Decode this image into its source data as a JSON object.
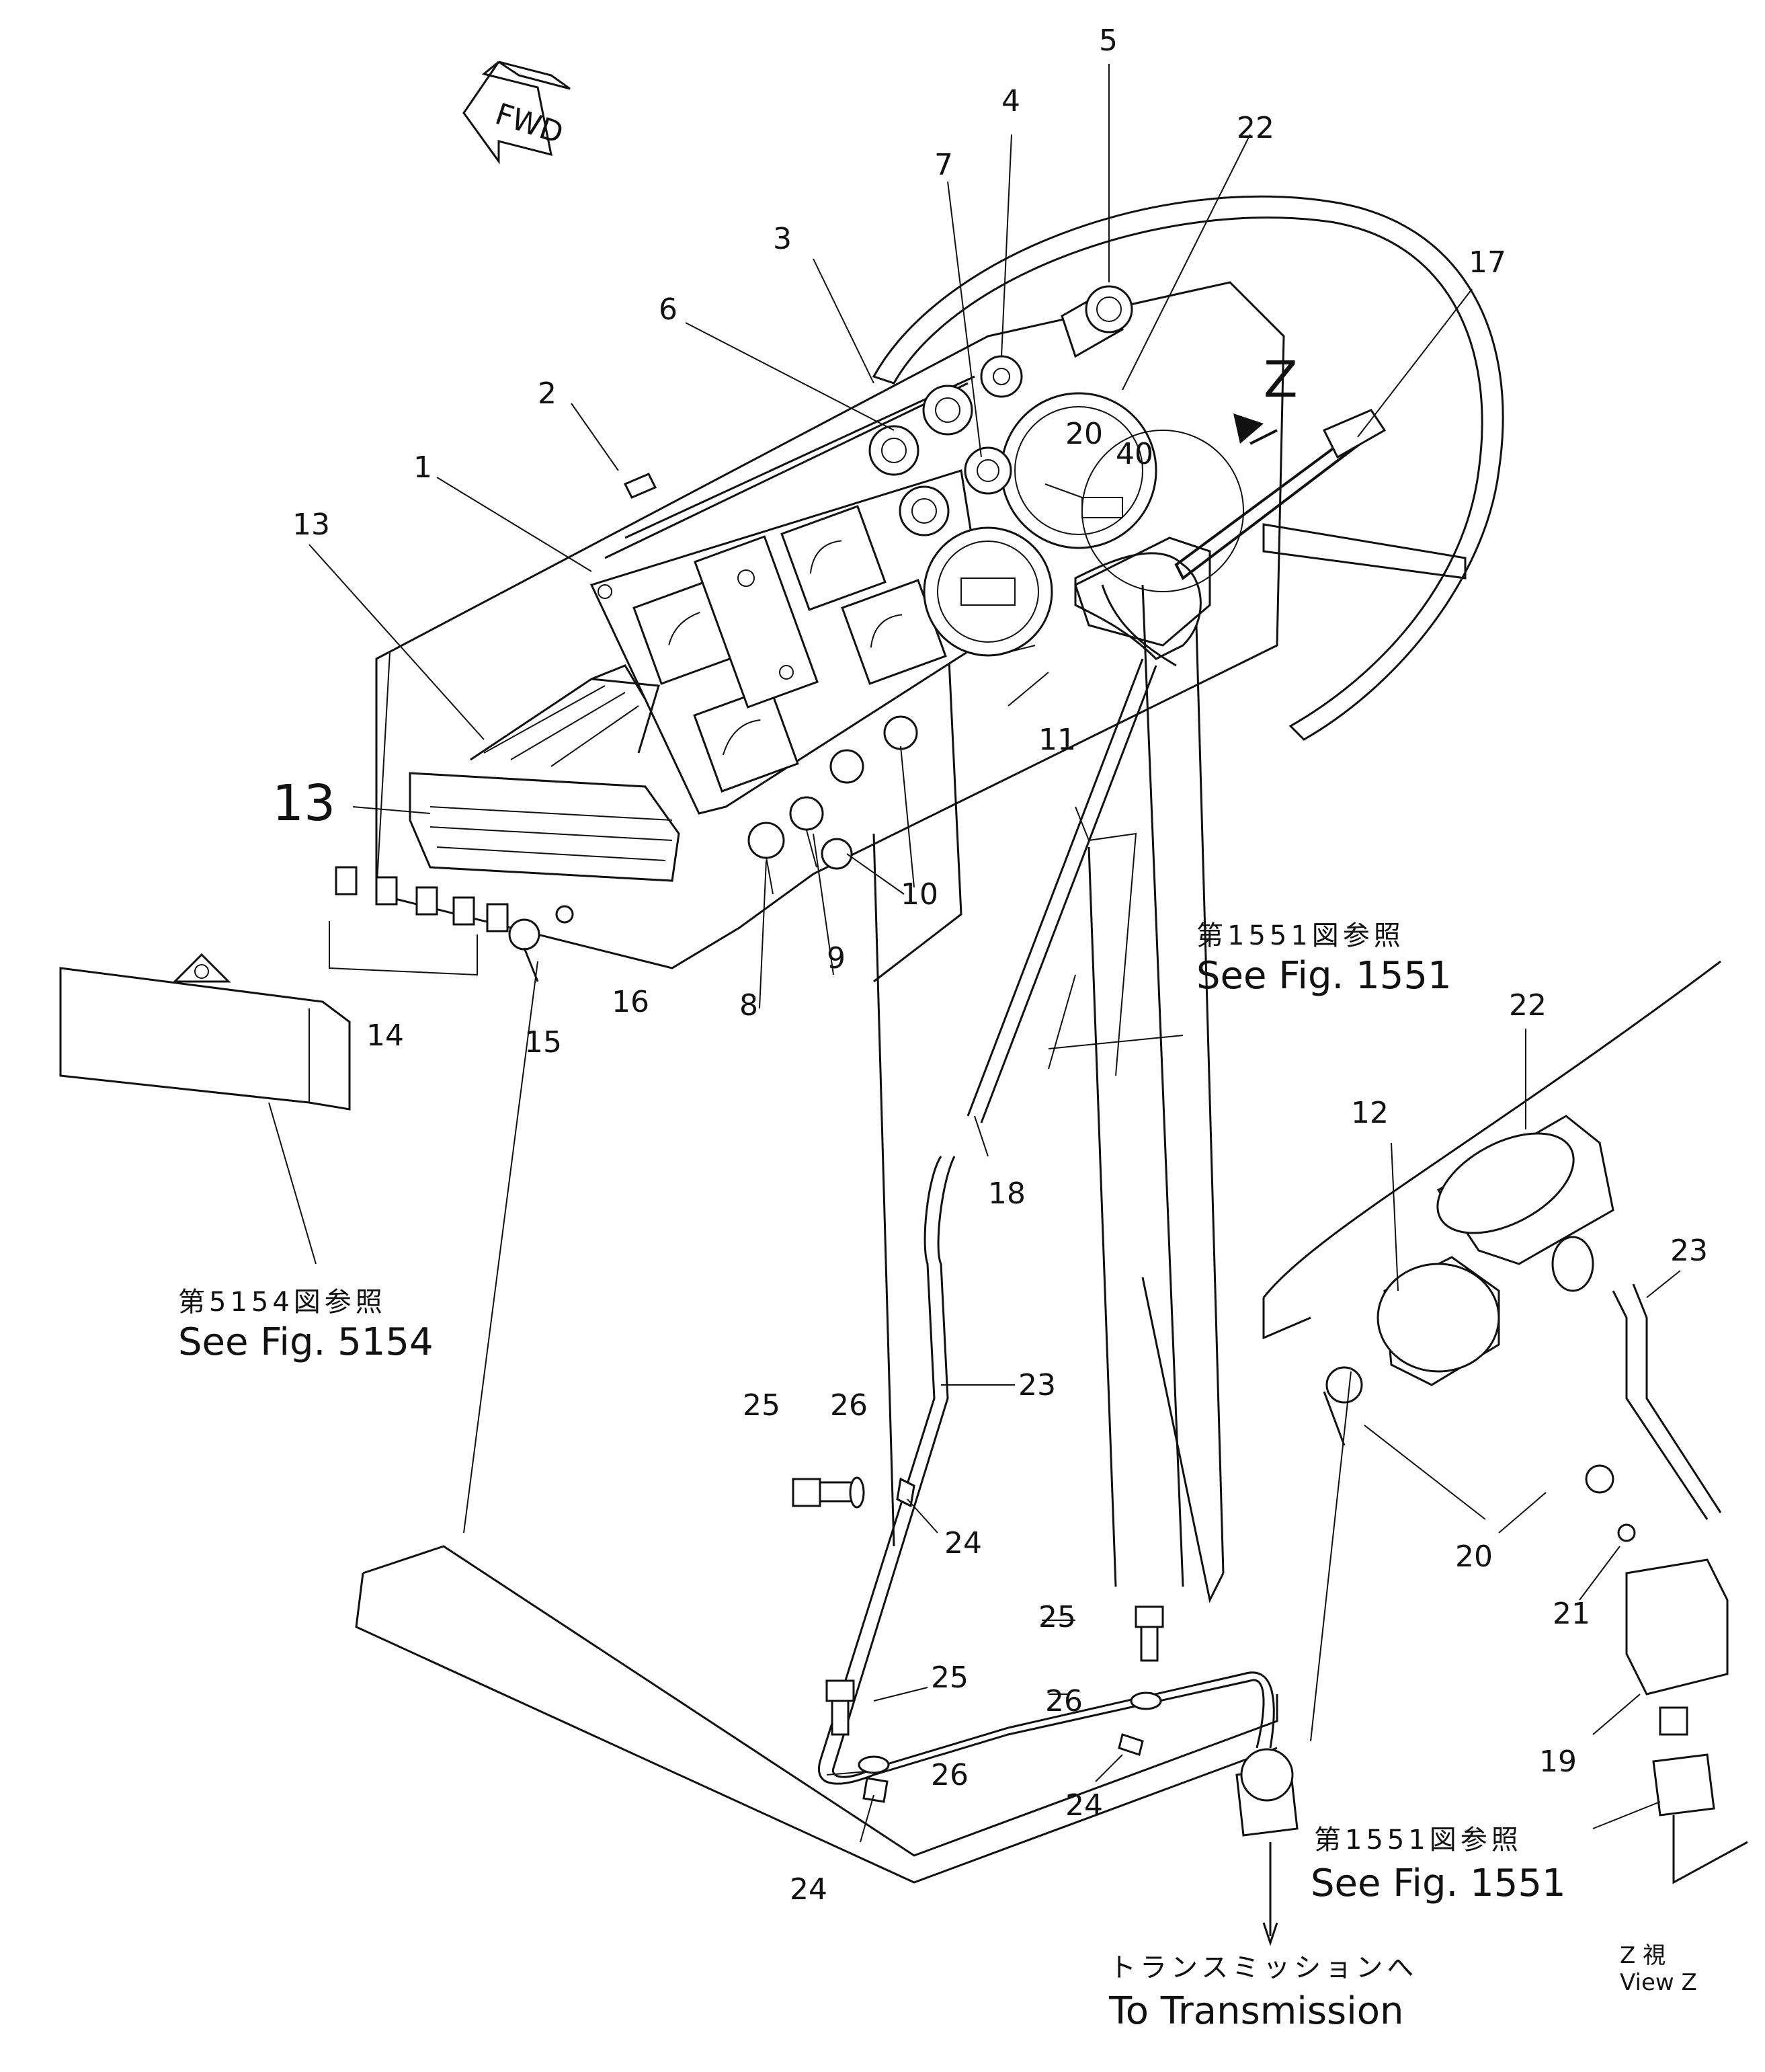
{
  "fwd_label": "FWD",
  "view_label": "Z",
  "callouts": {
    "c1": "1",
    "c2": "2",
    "c3": "3",
    "c4": "4",
    "c5": "5",
    "c6": "6",
    "c7": "7",
    "c8": "8",
    "c9": "9",
    "c10": "10",
    "c11": "11",
    "c12": "12",
    "c13a": "13",
    "c13b": "13",
    "c14": "14",
    "c15": "15",
    "c16": "16",
    "c17": "17",
    "c18": "18",
    "c19": "19",
    "c20": "20",
    "c21": "21",
    "c22a": "22",
    "c22b": "22",
    "c23a": "23",
    "c23b": "23",
    "c24a": "24",
    "c24b": "24",
    "c24c": "24",
    "c25a": "25",
    "c25b": "25",
    "c25c": "25",
    "c26a": "26",
    "c26b": "26",
    "c26c": "26"
  },
  "gauge_marks": {
    "m20": "20",
    "m40": "40"
  },
  "references": {
    "fig1551_top": {
      "jp": "第1551図参照",
      "en": "See Fig. 1551"
    },
    "fig5154": {
      "jp": "第5154図参照",
      "en": "See Fig. 5154"
    },
    "fig1551_bottom": {
      "jp": "第1551図参照",
      "en": "See Fig. 1551"
    },
    "transmission": {
      "jp": "トランスミッションへ",
      "en": "To Transmission"
    },
    "view_z": {
      "jp": "Z 視",
      "en": "View Z"
    }
  }
}
